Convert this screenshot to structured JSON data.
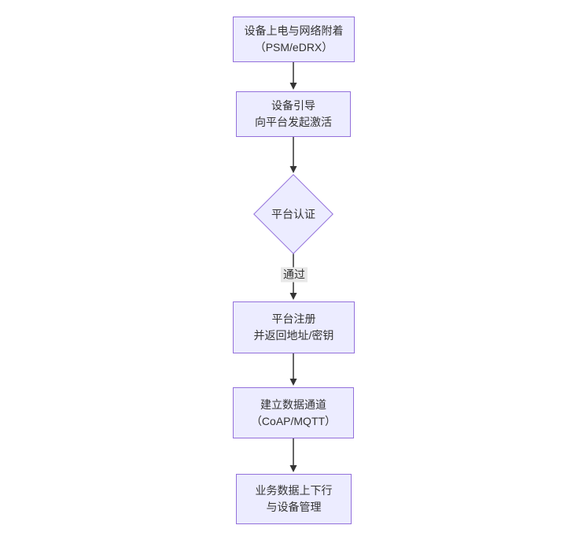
{
  "diagram": {
    "type": "flowchart",
    "direction": "top-down",
    "nodes": {
      "power_attach": {
        "shape": "rect",
        "line1": "设备上电与网络附着",
        "line2": "（PSM/eDRX）"
      },
      "bootstrap": {
        "shape": "rect",
        "line1": "设备引导",
        "line2": "向平台发起激活"
      },
      "auth": {
        "shape": "diamond",
        "label": "平台认证"
      },
      "register": {
        "shape": "rect",
        "line1": "平台注册",
        "line2": "并返回地址/密钥"
      },
      "channel": {
        "shape": "rect",
        "line1": "建立数据通道",
        "line2": "（CoAP/MQTT）"
      },
      "business": {
        "shape": "rect",
        "line1": "业务数据上下行",
        "line2": "与设备管理"
      }
    },
    "edges": [
      {
        "from": "power_attach",
        "to": "bootstrap",
        "label": ""
      },
      {
        "from": "bootstrap",
        "to": "auth",
        "label": ""
      },
      {
        "from": "auth",
        "to": "register",
        "label": "通过"
      },
      {
        "from": "register",
        "to": "channel",
        "label": ""
      },
      {
        "from": "channel",
        "to": "business",
        "label": ""
      }
    ],
    "edge_labels": {
      "pass": "通过"
    },
    "colors": {
      "node_fill": "#ECECFF",
      "node_border": "#9370DB",
      "text": "#333333",
      "edge_line": "#333333",
      "edge_label_bg": "#e8e8e8",
      "background": "#ffffff"
    }
  }
}
